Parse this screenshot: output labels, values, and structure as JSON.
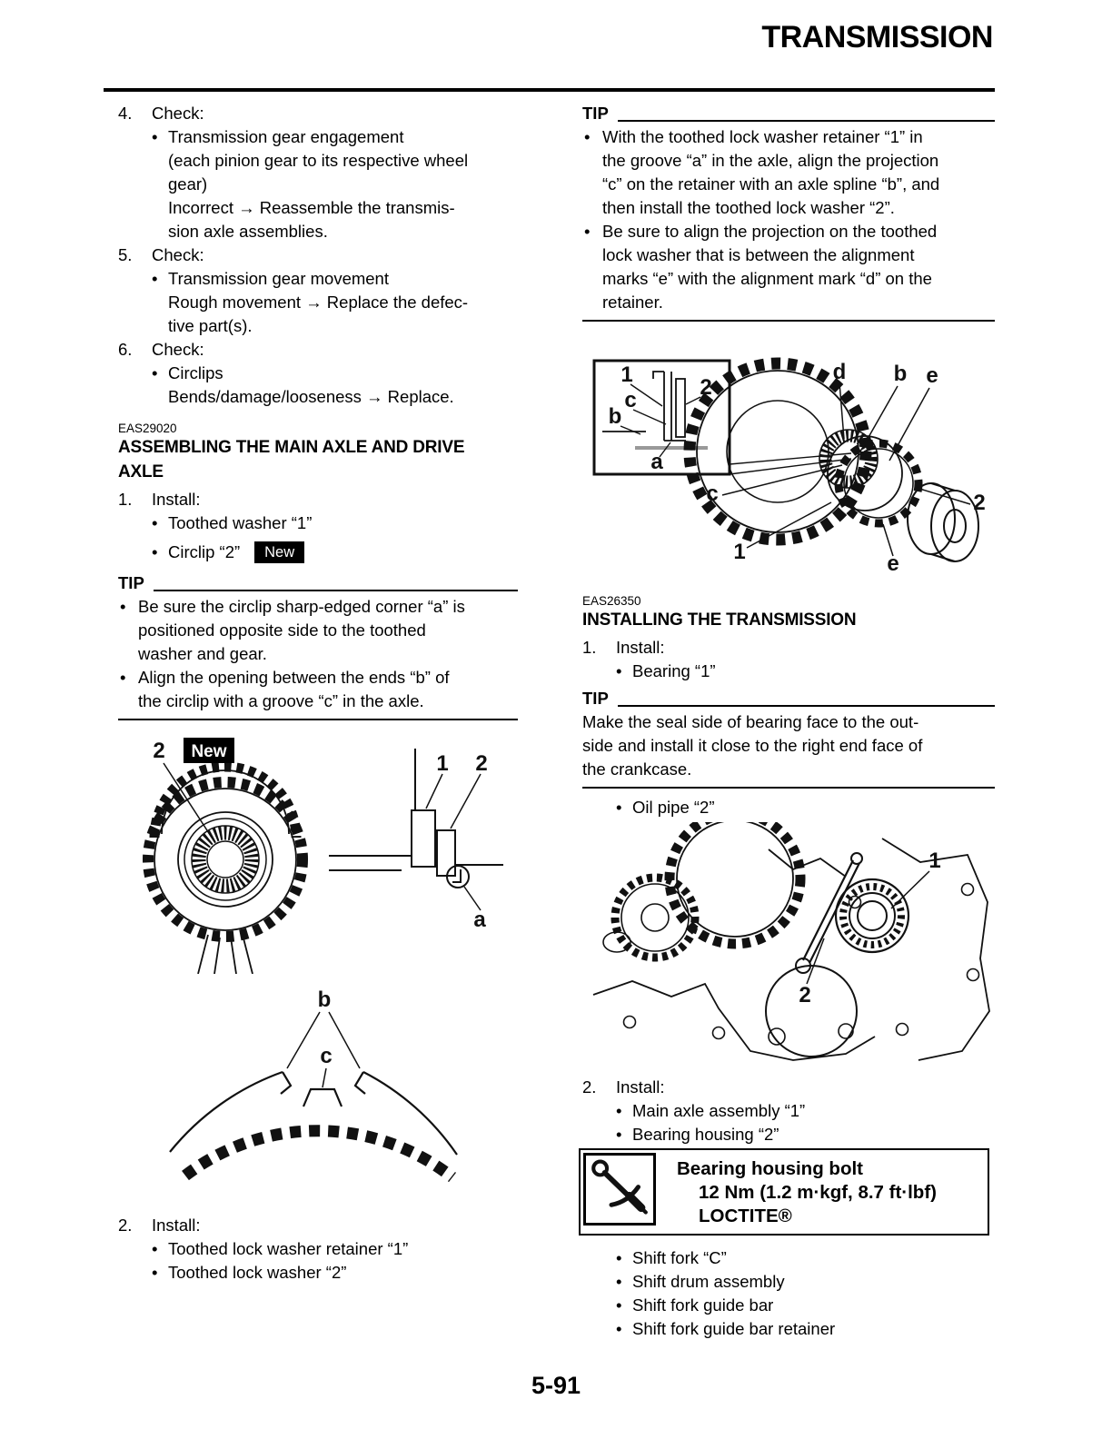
{
  "page": {
    "title": "TRANSMISSION",
    "number": "5-91"
  },
  "left": {
    "checks": [
      {
        "m": "4.",
        "t": "Check:"
      },
      {
        "m": "•",
        "t": "Transmission gear engagement"
      },
      {
        "t": "(each pinion gear to its respective wheel"
      },
      {
        "t": "gear)"
      },
      {
        "t": "Incorrect → Reassemble the transmis-"
      },
      {
        "t": "sion axle assemblies."
      },
      {
        "m": "5.",
        "t": "Check:"
      },
      {
        "m": "•",
        "t": "Transmission gear movement"
      },
      {
        "t": "Rough movement → Replace the defec-"
      },
      {
        "t": "tive part(s)."
      },
      {
        "m": "6.",
        "t": "Check:"
      },
      {
        "m": "•",
        "t": "Circlips"
      },
      {
        "t": "Bends/damage/looseness → Replace."
      }
    ],
    "sec1": {
      "code": "EAS29020",
      "title1": "ASSEMBLING THE MAIN AXLE AND DRIVE",
      "title2": "AXLE"
    },
    "install1": [
      {
        "m": "1.",
        "t": "Install:"
      },
      {
        "m": "•",
        "t": "Toothed washer “1”"
      },
      {
        "m": "•",
        "t": "Circlip “2”",
        "badge": "New"
      }
    ],
    "tip1": {
      "label": "TIP",
      "lines": [
        {
          "m": "•",
          "t": "Be sure the circlip sharp-edged corner “a” is"
        },
        {
          "t": "positioned opposite side to the toothed"
        },
        {
          "t": "washer and gear."
        },
        {
          "m": "•",
          "t": "Align the opening between the ends “b” of"
        },
        {
          "t": "the circlip with a groove “c” in the axle."
        }
      ]
    },
    "install2": [
      {
        "m": "2.",
        "t": "Install:"
      },
      {
        "m": "•",
        "t": "Toothed lock washer retainer “1”"
      },
      {
        "m": "•",
        "t": "Toothed lock washer “2”"
      }
    ]
  },
  "right": {
    "tip2": {
      "label": "TIP",
      "lines": [
        {
          "m": "•",
          "t": "With the toothed lock washer retainer “1” in"
        },
        {
          "t": "the groove “a” in the axle, align the projection"
        },
        {
          "t": "“c” on the retainer with an axle spline “b”, and"
        },
        {
          "t": "then install the toothed lock washer “2”."
        },
        {
          "m": "•",
          "t": "Be sure to align the projection on the toothed"
        },
        {
          "t": "lock washer that is between the alignment"
        },
        {
          "t": "marks “e” with the alignment mark “d” on the"
        },
        {
          "t": "retainer."
        }
      ]
    },
    "sec2": {
      "code": "EAS26350",
      "title1": "INSTALLING THE TRANSMISSION"
    },
    "install3": [
      {
        "m": "1.",
        "t": "Install:"
      },
      {
        "m": "•",
        "t": "Bearing “1”"
      }
    ],
    "tip3": {
      "label": "TIP",
      "lines": [
        {
          "t": "Make the seal side of bearing face to the out-"
        },
        {
          "t": "side and install it close to the right end face of"
        },
        {
          "t": "the crankcase."
        }
      ]
    },
    "oil": {
      "m": "•",
      "t": "Oil pipe “2”"
    },
    "install4": [
      {
        "m": "2.",
        "t": "Install:"
      },
      {
        "m": "•",
        "t": "Main axle assembly “1”"
      },
      {
        "m": "•",
        "t": "Bearing housing “2”"
      }
    ],
    "torque": {
      "line1": "Bearing housing bolt",
      "line2": "12 Nm (1.2 m·kgf, 8.7 ft·lbf)",
      "line3": "LOCTITE®"
    },
    "install5": [
      {
        "m": "•",
        "t": "Shift fork “C”"
      },
      {
        "m": "•",
        "t": "Shift drum assembly"
      },
      {
        "m": "•",
        "t": "Shift fork guide bar"
      },
      {
        "m": "•",
        "t": "Shift fork guide bar retainer"
      }
    ]
  },
  "figures": {
    "circlip": {
      "gear_callout": "2",
      "badge": "New",
      "washer": "1",
      "circlip": "2",
      "corner": "a"
    },
    "gap": {
      "ends": "b",
      "groove": "c"
    },
    "washer_install": {
      "inset": {
        "retainer": "1",
        "projection": "c",
        "spline": "b",
        "washer": "2",
        "groove": "a"
      },
      "main": {
        "mark_d": "d",
        "spline_b": "b",
        "mark_e_top": "e",
        "washer": "2",
        "projection_c": "c",
        "retainer": "1",
        "mark_e_bottom": "e"
      }
    },
    "transmission_install": {
      "bearing": "1",
      "oil_pipe": "2"
    }
  }
}
